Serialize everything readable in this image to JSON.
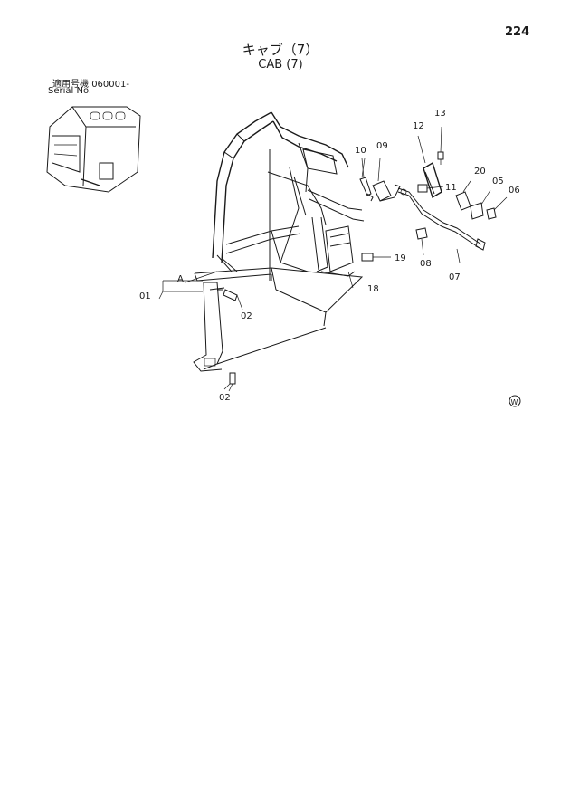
{
  "page": {
    "number": "224",
    "title_jp": "キャブ（7）",
    "title_en": "CAB (7)",
    "serial_label_jp": "適用号機",
    "serial_value": "060001-",
    "serial_label_en": "Serial No."
  },
  "callouts": {
    "c01": "01",
    "c02a": "02",
    "c02b": "02",
    "c05": "05",
    "c06": "06",
    "c07": "07",
    "c08": "08",
    "c09": "09",
    "c10": "10",
    "c11": "11",
    "c12": "12",
    "c13": "13",
    "c18": "18",
    "c19": "19",
    "c20": "20",
    "cA": "A"
  },
  "mark": "W"
}
